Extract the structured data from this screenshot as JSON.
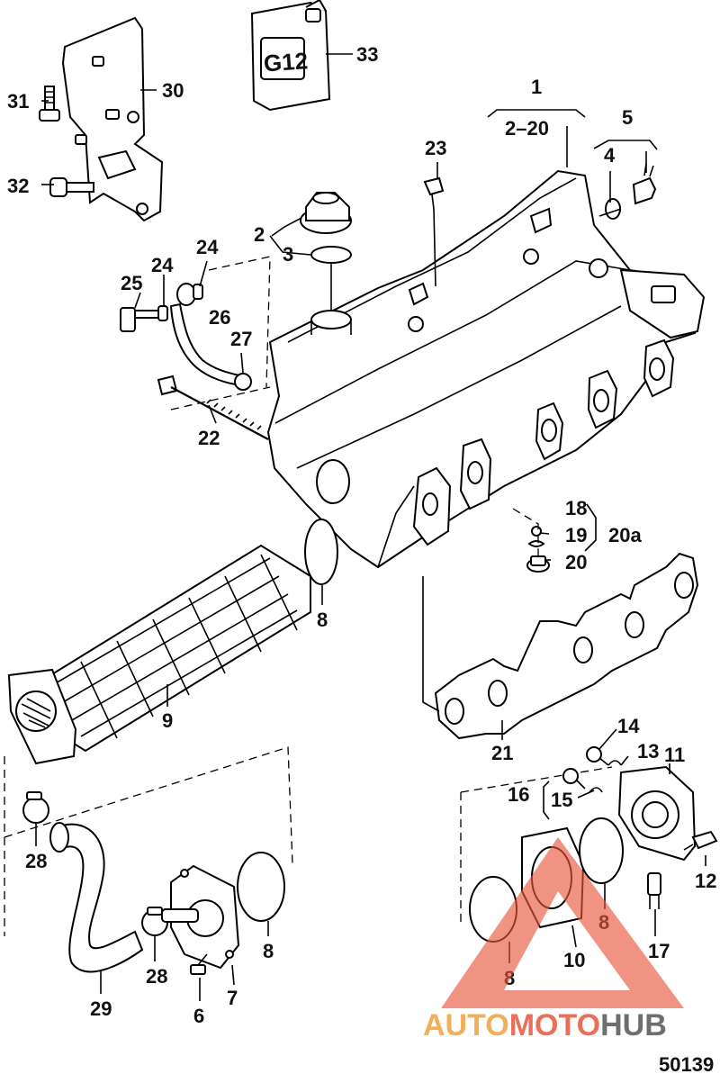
{
  "diagram": {
    "canister_label": "G12",
    "callouts": [
      {
        "id": "c1",
        "text": "1"
      },
      {
        "id": "c2-20-top",
        "text": "2–20"
      },
      {
        "id": "c5",
        "text": "5"
      },
      {
        "id": "c4",
        "text": "4"
      },
      {
        "id": "c23",
        "text": "23"
      },
      {
        "id": "c33",
        "text": "33"
      },
      {
        "id": "c31",
        "text": "31"
      },
      {
        "id": "c30",
        "text": "30"
      },
      {
        "id": "c32",
        "text": "32"
      },
      {
        "id": "c2",
        "text": "2"
      },
      {
        "id": "c3",
        "text": "3"
      },
      {
        "id": "c24a",
        "text": "24"
      },
      {
        "id": "c24b",
        "text": "24"
      },
      {
        "id": "c25",
        "text": "25"
      },
      {
        "id": "c26",
        "text": "26"
      },
      {
        "id": "c27",
        "text": "27"
      },
      {
        "id": "c22",
        "text": "22"
      },
      {
        "id": "c18",
        "text": "18"
      },
      {
        "id": "c19",
        "text": "19"
      },
      {
        "id": "c20",
        "text": "20"
      },
      {
        "id": "c20a",
        "text": "20a"
      },
      {
        "id": "c8-top",
        "text": "8"
      },
      {
        "id": "c9",
        "text": "9"
      },
      {
        "id": "c21",
        "text": "21"
      },
      {
        "id": "c14",
        "text": "14"
      },
      {
        "id": "c13",
        "text": "13"
      },
      {
        "id": "c11",
        "text": "11"
      },
      {
        "id": "c16",
        "text": "16"
      },
      {
        "id": "c15",
        "text": "15"
      },
      {
        "id": "c12",
        "text": "12"
      },
      {
        "id": "c28-top",
        "text": "28"
      },
      {
        "id": "c28-bottom",
        "text": "28"
      },
      {
        "id": "c29",
        "text": "29"
      },
      {
        "id": "c6",
        "text": "6"
      },
      {
        "id": "c7",
        "text": "7"
      },
      {
        "id": "c8-mid",
        "text": "8"
      },
      {
        "id": "c8-right",
        "text": "8"
      },
      {
        "id": "c8-bottom",
        "text": "8"
      },
      {
        "id": "c10",
        "text": "10"
      },
      {
        "id": "c17",
        "text": "17"
      }
    ],
    "drawing_number": "50139"
  },
  "watermark": {
    "text_auto": "AUTO",
    "text_moto": "MOTO",
    "text_hub": "HUB",
    "colors": {
      "auto": "#f2a23a",
      "moto": "#e8573b",
      "hub": "#555555",
      "triangle": "#e8573b"
    }
  }
}
